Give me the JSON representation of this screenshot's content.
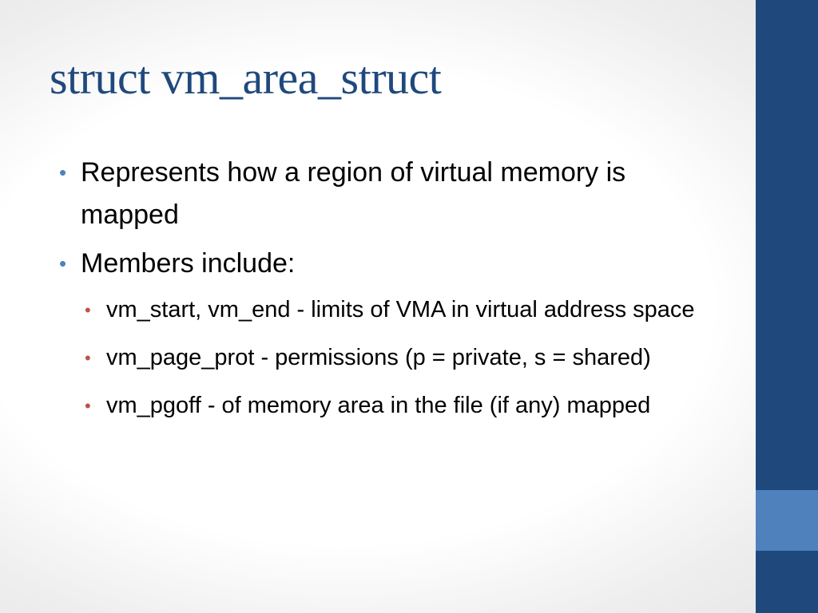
{
  "slide": {
    "title": "struct vm_area_struct",
    "bullets": [
      {
        "text": "Represents how a region of virtual memory is  mapped",
        "sub": []
      },
      {
        "text": "Members include:",
        "sub": [
          "vm_start, vm_end - limits of VMA in virtual address space",
          "vm_page_prot - permissions (p = private, s = shared)",
          "vm_pgoff - of memory area in the file (if any) mapped"
        ]
      }
    ]
  },
  "colors": {
    "title": "#1f497d",
    "sidebar": "#1f497d",
    "sidebar_accent": "#4f81bd",
    "bullet_level1": "#4f81bd",
    "bullet_level2": "#c0504d"
  }
}
